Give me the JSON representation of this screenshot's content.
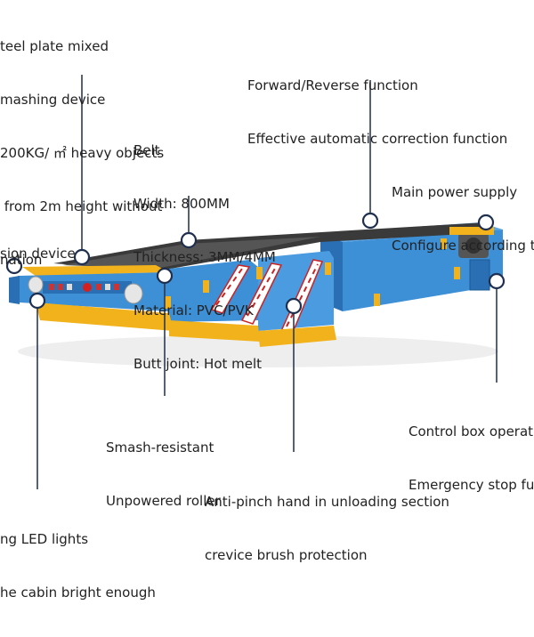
{
  "labels": {
    "steel_plate": {
      "lines": [
        "teel plate mixed",
        "mashing device",
        "200KG/ ㎡ heavy objects",
        " from 2m height without",
        "nation"
      ]
    },
    "forward_reverse": {
      "lines": [
        "Forward/Reverse function",
        "Effective automatic correction function"
      ]
    },
    "belt": {
      "lines": [
        "Belt",
        "Width: 800MM",
        "Thickness: 3MM/4MM",
        "Material: PVC/PVK",
        "Butt joint: Hot melt"
      ]
    },
    "main_power": {
      "lines": [
        "Main power supply",
        "Configure according t"
      ]
    },
    "tension": {
      "lines": [
        "sion device"
      ]
    },
    "control_box": {
      "lines": [
        "Control box operat",
        "Emergency stop fu"
      ]
    },
    "roller": {
      "lines": [
        "Smash-resistant",
        "Unpowered roller"
      ]
    },
    "anti_pinch": {
      "lines": [
        "Anti-pinch hand in unloading section",
        "crevice brush protection"
      ]
    },
    "led": {
      "lines": [
        "ng LED lights",
        "he cabin bright enough"
      ]
    }
  },
  "colors": {
    "frame_blue": "#3d8fd6",
    "frame_blue_dark": "#2a6fb3",
    "frame_blue_light": "#5aa8e8",
    "yellow": "#f2b21b",
    "belt": "#3a3a3a",
    "leader": "#2b3a55",
    "callout_ring": "#1f2f4f"
  }
}
